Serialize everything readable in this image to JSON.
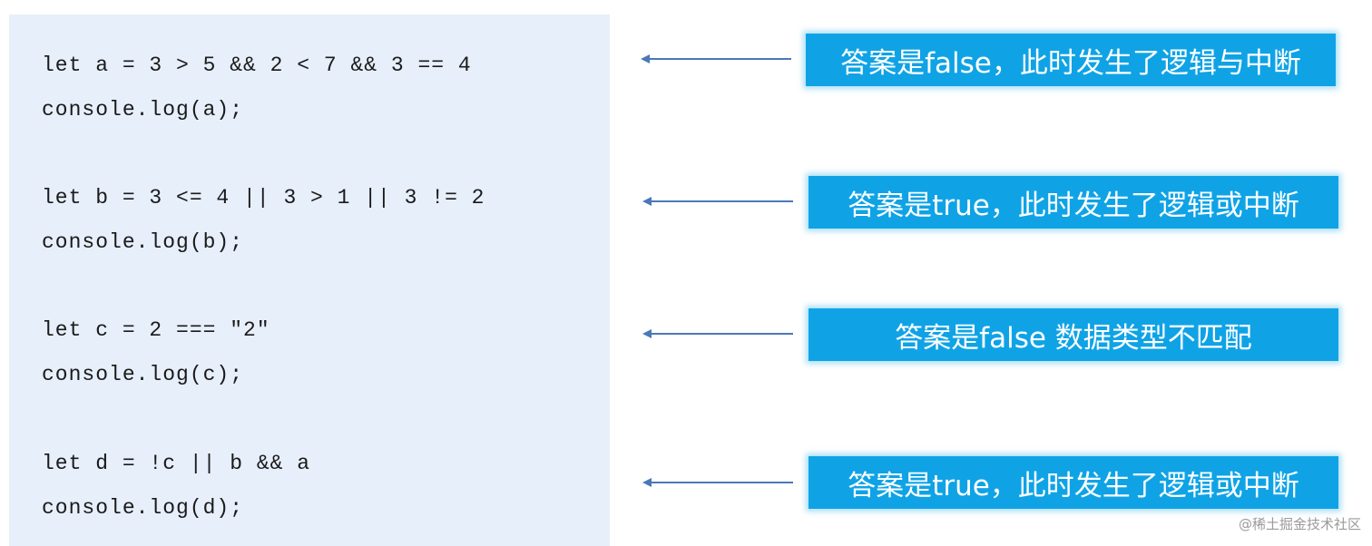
{
  "code": {
    "block_a": {
      "line1": "let a = 3 > 5 && 2 < 7 && 3 == 4",
      "line2": "console.log(a);"
    },
    "block_b": {
      "line1": "let b = 3 <= 4 || 3 > 1 || 3 != 2",
      "line2": "console.log(b);"
    },
    "block_c": {
      "line1": "let c = 2 === \"2\"",
      "line2": "console.log(c);"
    },
    "block_d": {
      "line1": "let d = !c || b && a",
      "line2": "console.log(d);"
    }
  },
  "answers": {
    "a": "答案是false，此时发生了逻辑与中断",
    "b": "答案是true，此时发生了逻辑或中断",
    "c": "答案是false  数据类型不匹配",
    "d": "答案是true，此时发生了逻辑或中断"
  },
  "watermark": "@稀土掘金技术社区",
  "colors": {
    "code_panel_bg": "#e7effb",
    "answer_bg": "#0fa3e6",
    "arrow": "#4a78b8"
  }
}
